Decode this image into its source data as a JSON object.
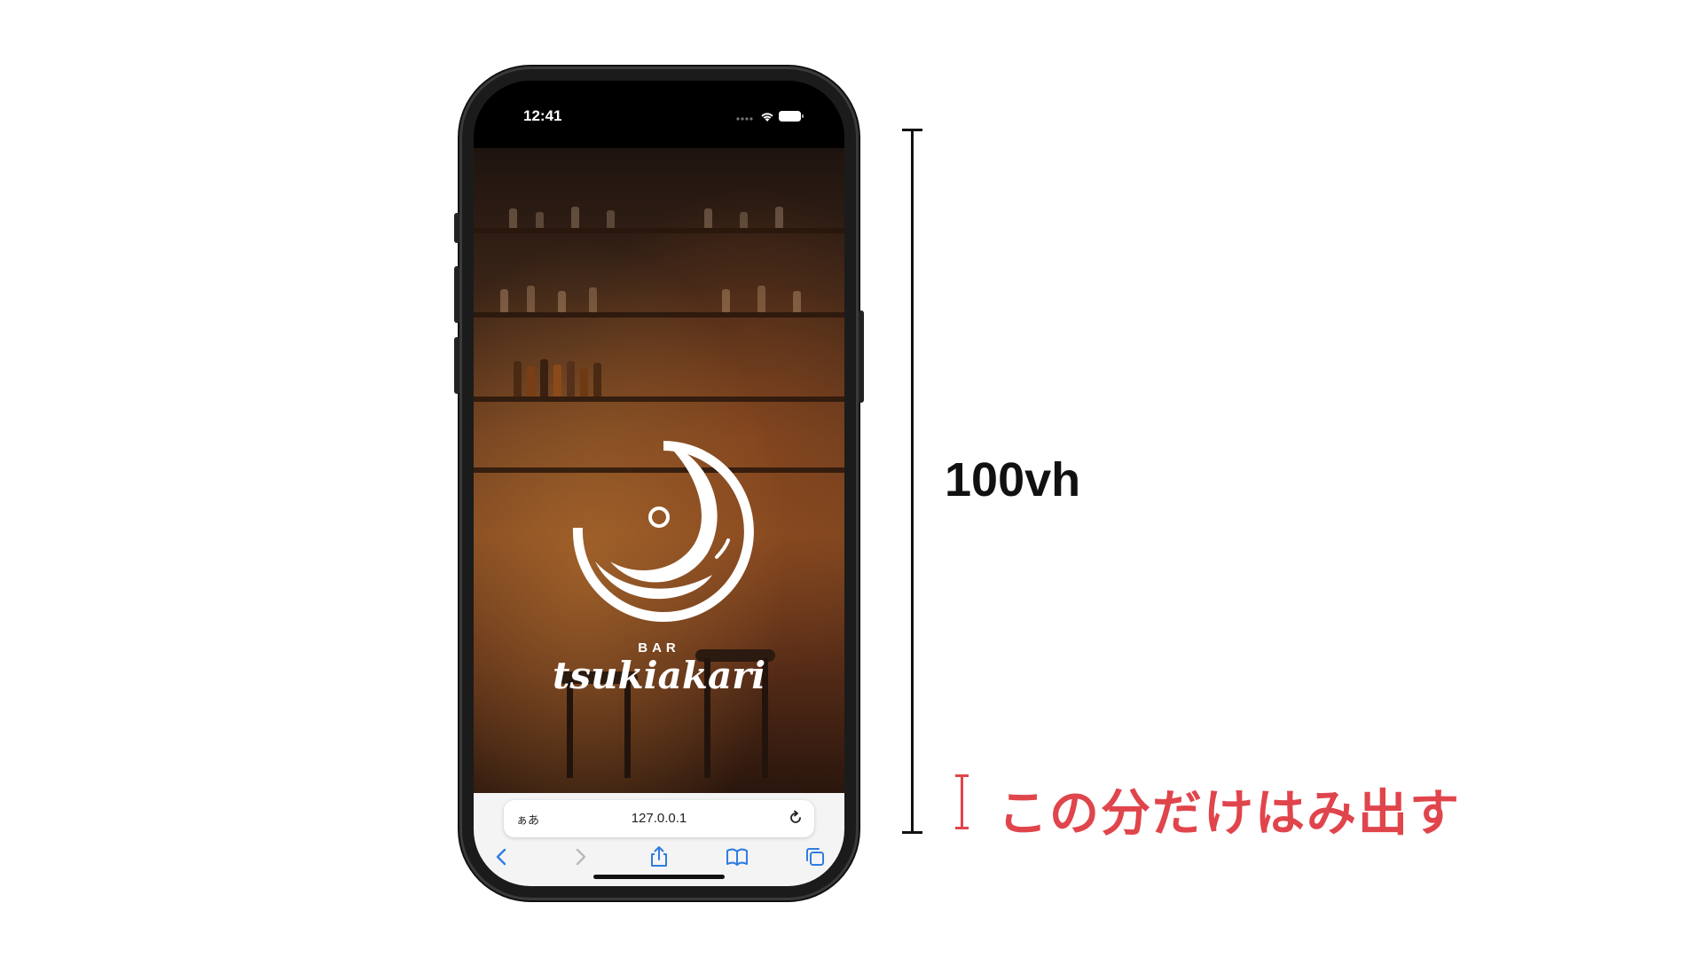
{
  "status_bar": {
    "time": "12:41"
  },
  "site": {
    "logo_small": "BAR",
    "logo_name": "tsukiakari"
  },
  "safari": {
    "aa_label": "ぁあ",
    "url": "127.0.0.1",
    "toolbar": [
      "back-icon",
      "forward-icon",
      "share-icon",
      "bookmarks-icon",
      "tabs-icon"
    ]
  },
  "annotations": {
    "height_label": "100vh",
    "overflow_label": "この分だけはみ出す",
    "overflow_color": "#e0454c"
  }
}
